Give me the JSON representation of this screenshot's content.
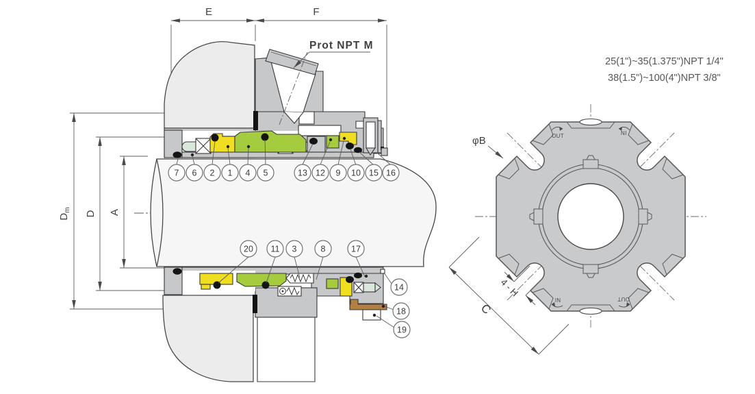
{
  "drawing": {
    "dim_top": {
      "e": "E",
      "f": "F"
    },
    "dim_left": {
      "dm_main": "D",
      "dm_sub": "m",
      "d": "D",
      "a": "A"
    },
    "port_label": "Prot NPT M",
    "npt_note": {
      "line1": "25(1\")~35(1.375\")NPT 1/4\"",
      "line2": "38(1.5\")~100(4\")NPT 3/8\""
    },
    "balloons_top": [
      "7",
      "6",
      "2",
      "1",
      "4",
      "5",
      "13",
      "12",
      "9",
      "10",
      "15",
      "16"
    ],
    "balloons_bottom": [
      "20",
      "11",
      "3",
      "8",
      "17"
    ],
    "balloons_right": [
      "14",
      "18",
      "19"
    ],
    "end_view": {
      "bore_label": "φB",
      "holes_label": "4 - H",
      "width_label": "C",
      "flow_top_left": "OUT",
      "flow_top_right": "IN",
      "flow_bottom_left": "IN",
      "flow_bottom_right": "OUT"
    },
    "colors": {
      "yellow": "#F0DF20",
      "green": "#A5CB3F",
      "body_gray": "#C7C8CA",
      "housing_gray": "#ECECED",
      "brown": "#B28142",
      "pale_sleeve": "#DAE8DC",
      "seal_black": "#141414",
      "line": "#48484A"
    }
  }
}
